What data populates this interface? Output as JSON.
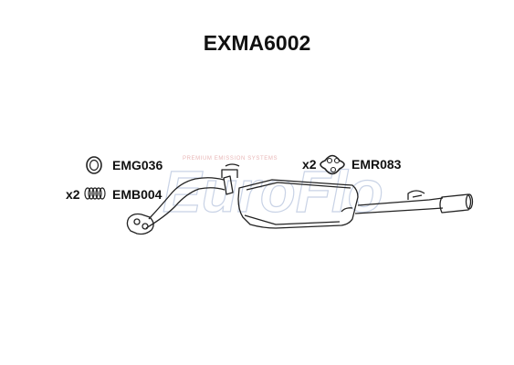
{
  "title": "EXMA6002",
  "watermark": {
    "brand": "EuroFlo",
    "tagline": "PREMIUM EMISSION SYSTEMS",
    "color": "#c9d3e6",
    "accent": "#e9b7b7"
  },
  "parts": [
    {
      "code": "EMG036",
      "qty": "",
      "icon": "gasket-ring-icon"
    },
    {
      "code": "EMB004",
      "qty": "x2",
      "icon": "spring-icon"
    },
    {
      "code": "EMR083",
      "qty": "x2",
      "icon": "rubber-mount-icon"
    }
  ],
  "colors": {
    "line": "#222222",
    "text": "#111111"
  }
}
